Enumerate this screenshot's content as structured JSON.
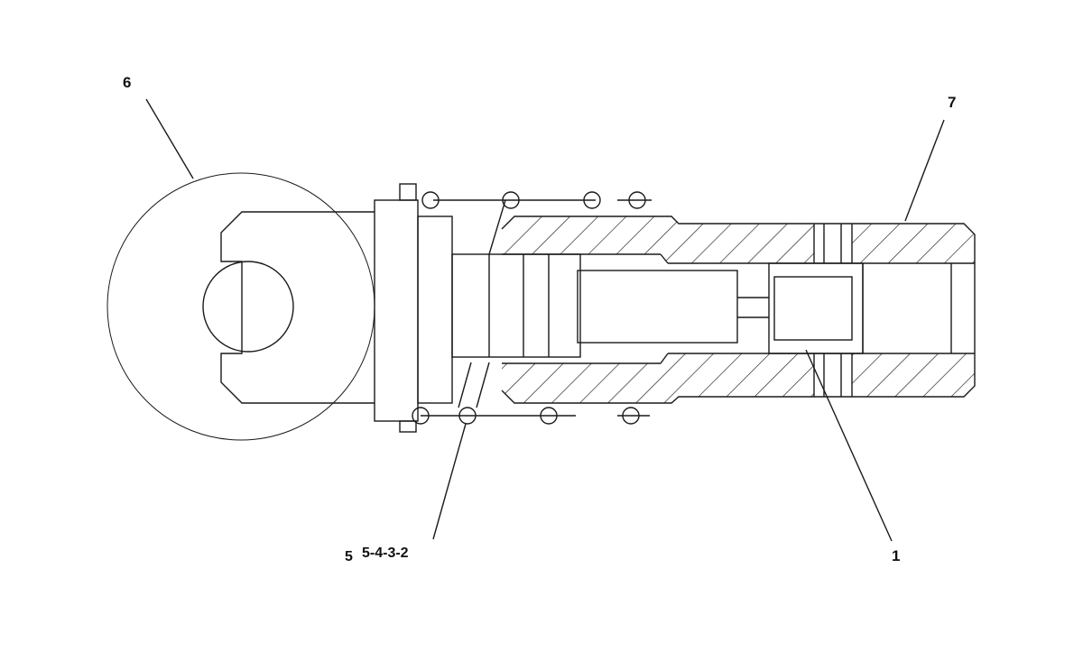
{
  "labels": {
    "part_1": "1",
    "part_6": "6",
    "part_7": "7",
    "stack_prefix": "5",
    "stack": "5-4-3-2"
  },
  "colors": {
    "line": "#1a1a1a",
    "background": "#ffffff"
  }
}
